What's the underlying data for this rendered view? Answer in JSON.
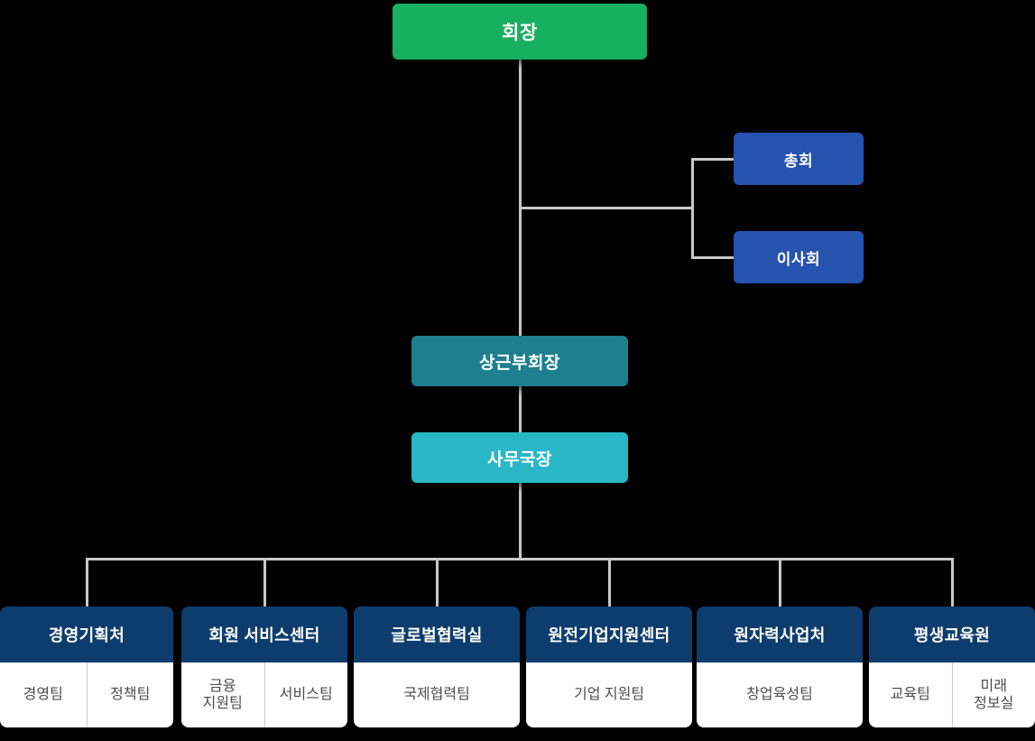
{
  "org_chart": {
    "chairman": "회장",
    "general_assembly": "총회",
    "board_of_directors": "이사회",
    "standing_vice_chairman": "상근부회장",
    "secretary_general": "사무국장",
    "departments": [
      {
        "name": "경영기획처",
        "teams": [
          "경영팀",
          "정책팀"
        ]
      },
      {
        "name": "회원 서비스센터",
        "teams": [
          "금융\n지원팀",
          "서비스팀"
        ]
      },
      {
        "name": "글로벌협력실",
        "teams": [
          "국제협력팀"
        ]
      },
      {
        "name": "원전기업지원센터",
        "teams": [
          "기업 지원팀"
        ]
      },
      {
        "name": "원자력사업처",
        "teams": [
          "창업육성팀"
        ]
      },
      {
        "name": "평생교육원",
        "teams": [
          "교육팀",
          "미래\n정보실"
        ]
      }
    ],
    "colors": {
      "chairman_green": "#17af60",
      "assembly_blue": "#2553ae",
      "vice_chairman_teal": "#1e7f8e",
      "secretary_cyan": "#29b7c6",
      "dept_header_navy": "#0e3d6d",
      "connector_gray": "#c9c9c9",
      "background": "#000000"
    }
  }
}
